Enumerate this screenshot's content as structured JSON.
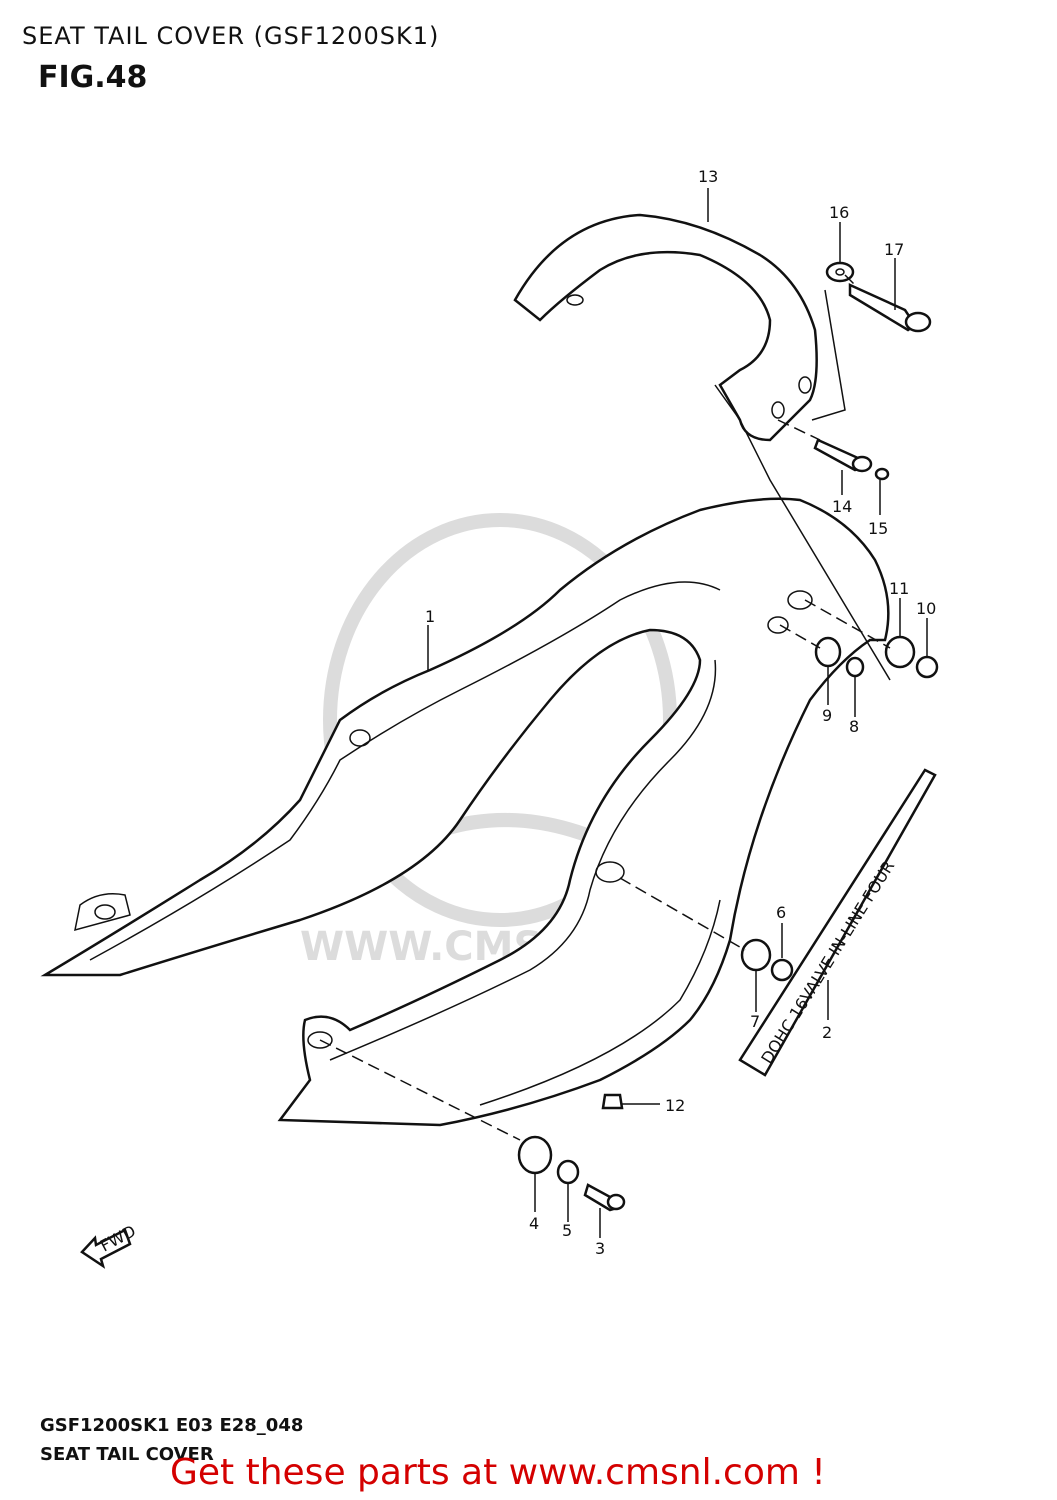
{
  "header": {
    "title": "SEAT TAIL COVER (GSF1200SK1)",
    "figure": "FIG.48"
  },
  "diagram": {
    "callouts": [
      "1",
      "2",
      "3",
      "4",
      "5",
      "6",
      "7",
      "8",
      "9",
      "10",
      "11",
      "12",
      "13",
      "14",
      "15",
      "16",
      "17"
    ],
    "decal_text": "DOHC 16VALVE IN-LINE FOUR",
    "fwd_label": "FWD",
    "watermark": "WWW.CMSNL.COM"
  },
  "footer": {
    "code": "GSF1200SK1 E03 E28_048",
    "name": "SEAT TAIL COVER",
    "promo": "Get these parts at www.cmsnl.com !"
  }
}
